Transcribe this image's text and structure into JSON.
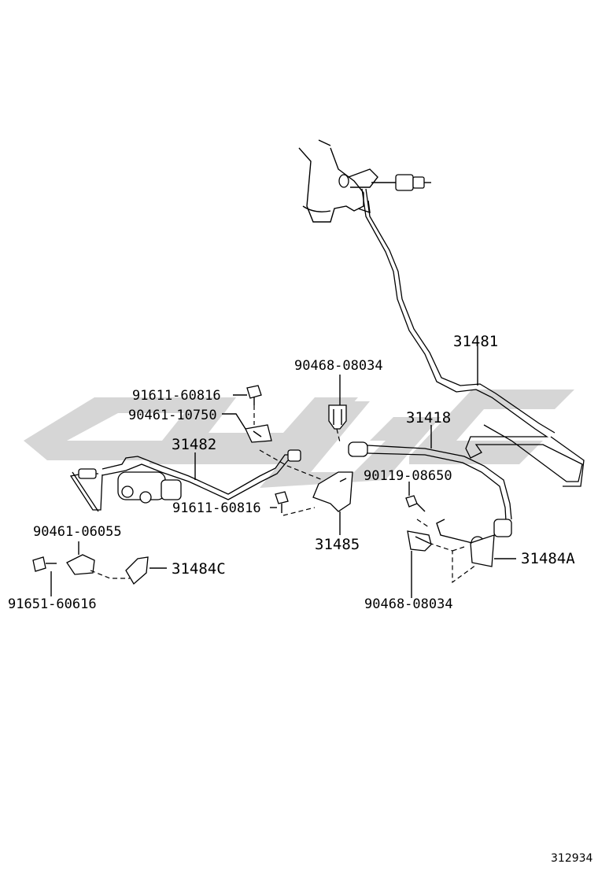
{
  "diagram": {
    "ref_code": "312934",
    "labels": {
      "p31481": "31481",
      "p31418": "31418",
      "p31482": "31482",
      "p31485": "31485",
      "p31484A": "31484A",
      "p31484C": "31484C",
      "bolt_91611_top": "91611-60816",
      "clamp_90461_10750": "90461-10750",
      "clip_90468_top": "90468-08034",
      "bolt_90119": "90119-08650",
      "bolt_91611_mid": "91611-60816",
      "clamp_90461_06055": "90461-06055",
      "bolt_91651": "91651-60616",
      "clip_90468_bottom": "90468-08034"
    }
  }
}
